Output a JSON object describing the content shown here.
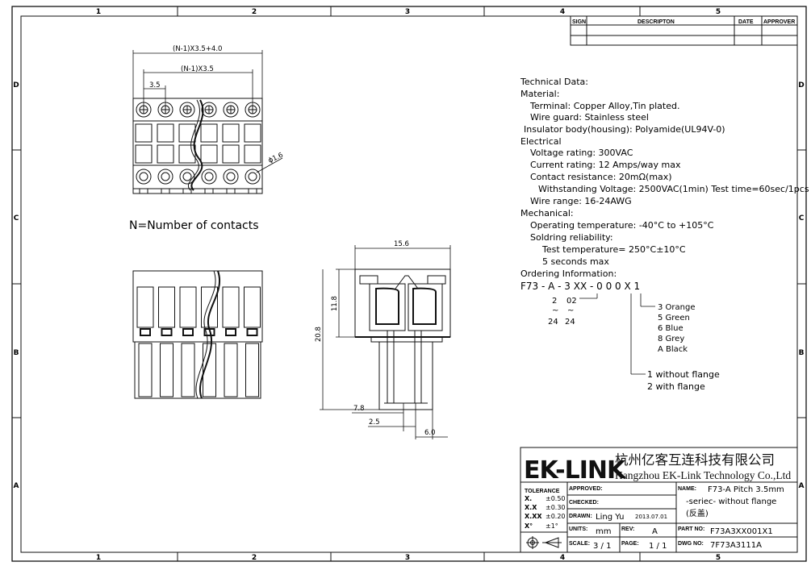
{
  "frame": {
    "col_labels": [
      "1",
      "2",
      "3",
      "4",
      "5"
    ],
    "row_labels": [
      "D",
      "C",
      "B",
      "A"
    ]
  },
  "revision_block": {
    "sign": "SIGN",
    "description": "DESCRIPTON",
    "date": "DATE",
    "approver": "APPROVER"
  },
  "top_view": {
    "dim_overall": "(N-1)X3.5+4.0",
    "dim_pitch_total": "(N-1)X3.5",
    "dim_pitch": "3.5",
    "dim_hole": "ϕ1.6",
    "contacts_note": "N=Number of contacts"
  },
  "side_view": {
    "dim_width": "15.6",
    "dim_upper_height": "11.8",
    "dim_total_height": "20.8",
    "dim_a": "7.8",
    "dim_b": "2.5",
    "dim_c": "6.0"
  },
  "technical": {
    "lines": [
      "Technical Data:",
      "Material:",
      "Terminal: Copper Alloy,Tin plated.",
      "Wire guard: Stainless steel",
      "Insulator body(housing): Polyamide(UL94V-0)",
      "Electrical",
      "Voltage rating: 300VAC",
      "Current rating: 12 Amps/way max",
      "Contact resistance: 20mΩ(max)",
      "Withstanding Voltage: 2500VAC(1min) Test time=60sec/1pcs",
      "Wire range: 16-24AWG",
      "Mechanical:",
      "Operating temperature: -40°C to +105°C",
      "Soldring reliability:",
      "Test temperature= 250°C±10°C",
      "5 seconds max",
      "Ordering Information:"
    ],
    "part_code": "F73 - A - 3 XX - 0 0  0 X  1",
    "pos_options": [
      "2",
      "02",
      "~",
      "~",
      "24",
      "24"
    ],
    "colors": [
      "3 Orange",
      "5  Green",
      "6  Blue",
      "8  Grey",
      "A  Black"
    ],
    "flange_options": [
      "1  without flange",
      "2 with flange"
    ]
  },
  "title_block": {
    "logo": "EK-LINK",
    "company_cn": "杭州亿客互连科技有限公司",
    "company_en": "Hangzhou EK-Link Technology Co.,Ltd",
    "tolerance_label": "TOLERANCE",
    "tolerances": [
      "X.",
      "±0.50",
      "X.X",
      "±0.30",
      "X.XX",
      "±0.20",
      "X°",
      "±1°"
    ],
    "approved_label": "APPROVED:",
    "checked_label": "CHECKED:",
    "drawn_label": "DRAWN:",
    "drawn_by": "Ling Yu",
    "drawn_date": "2013.07.01",
    "units_label": "UNITS:",
    "units": "mm",
    "rev_label": "REV:",
    "rev": "A",
    "scale_label": "SCALE:",
    "scale": "3 / 1",
    "page_label": "PAGE:",
    "page": "1 / 1",
    "name_label": "NAME:",
    "name_line1": "F73-A  Pitch 3.5mm",
    "name_line2": "-seriec- without flange",
    "name_line3": "(反盖)",
    "partno_label": "PART NO:",
    "part_no": "F73A3XX001X1",
    "dwgno_label": "DWG NO:",
    "dwg_no": "7F73A3111A"
  }
}
